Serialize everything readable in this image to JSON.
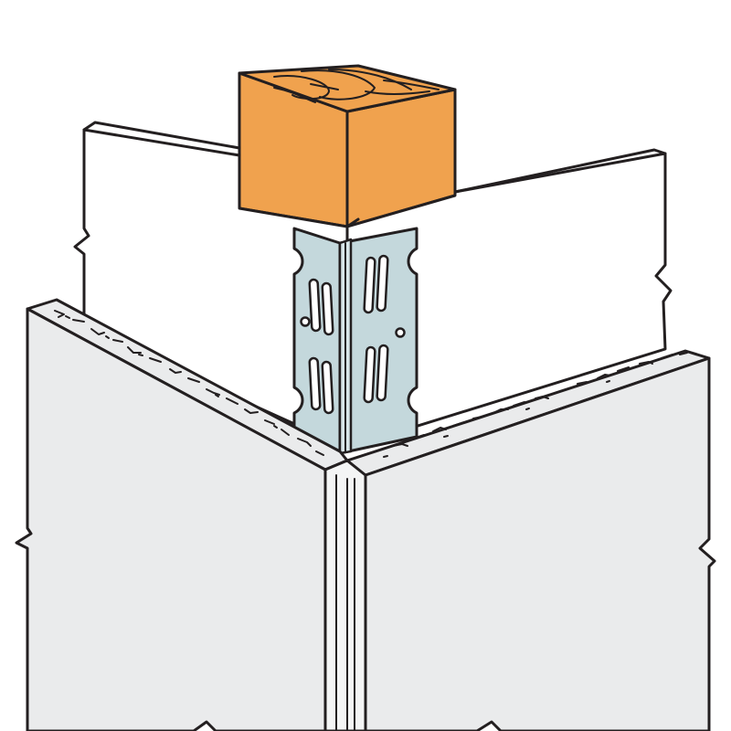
{
  "illustration": {
    "subject": "",
    "components": [
      {
        "id": "stud",
        "color": "#F0A24E"
      },
      {
        "id": "upper-wall-panels",
        "color": "#FFFFFF"
      },
      {
        "id": "corner-bracket",
        "color": "#C4D8DC"
      },
      {
        "id": "lower-wall-panels",
        "color": "#EAEBEC"
      }
    ],
    "outline_color": "#231F20"
  }
}
